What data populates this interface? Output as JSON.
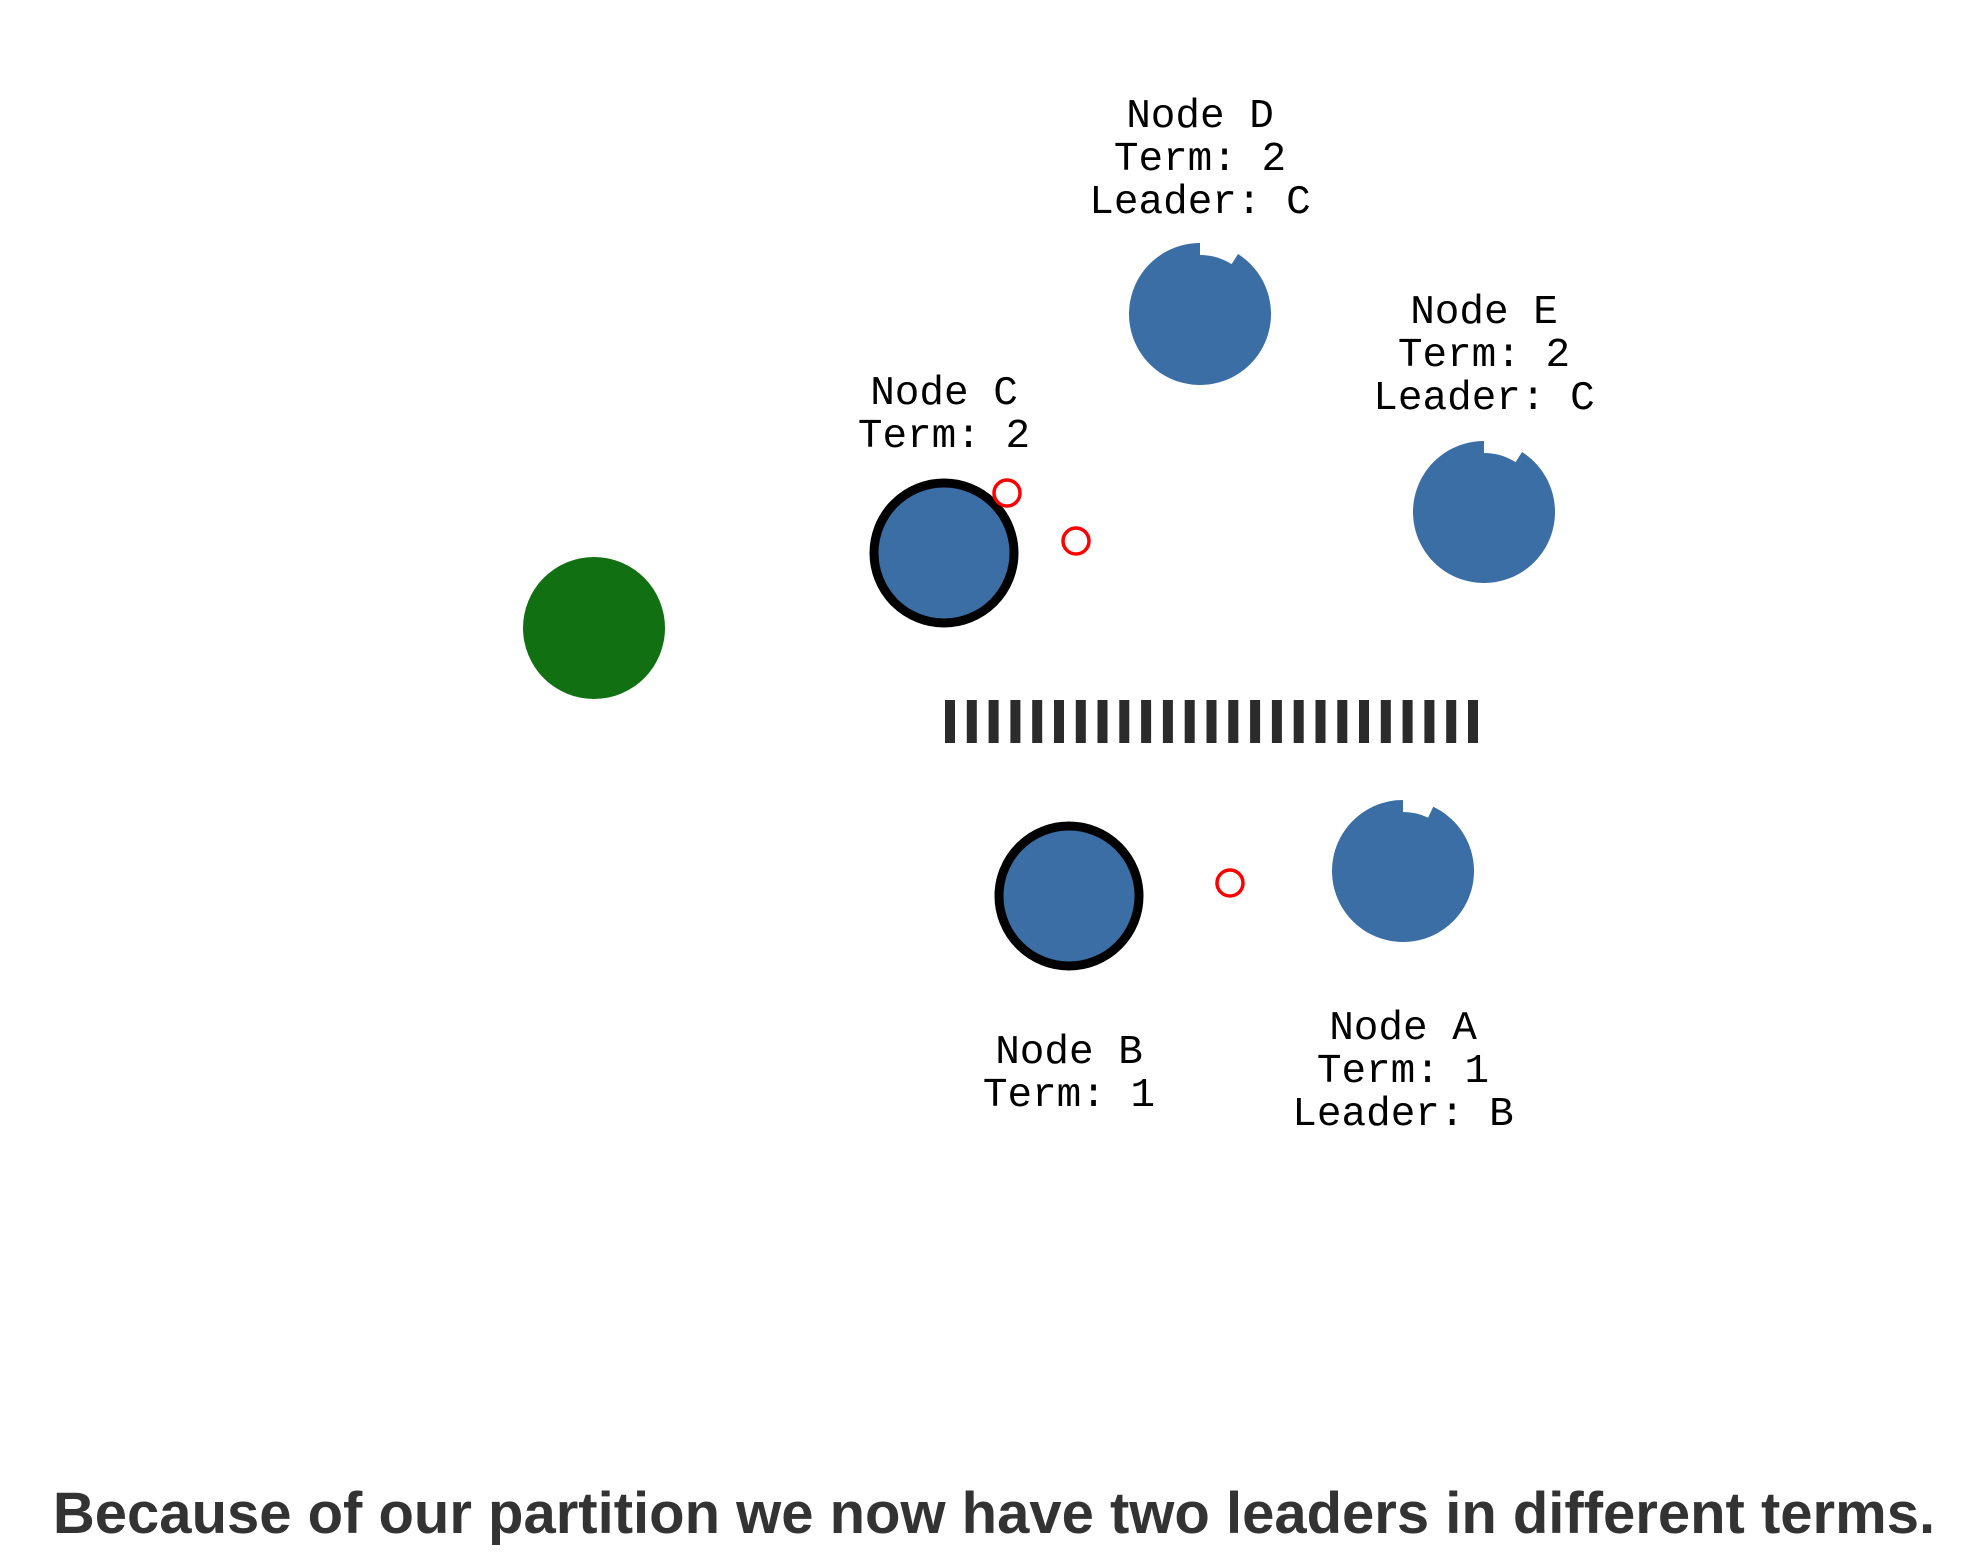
{
  "colors": {
    "node_fill": "#3a6ea5",
    "client_fill": "#117011",
    "message_stroke": "#ff0000",
    "leader_border": "#000000",
    "partition_bar": "#2b2b2b"
  },
  "client": {
    "icon": "client-circle"
  },
  "nodes": {
    "c": {
      "name": "Node C",
      "term": "Term: 2",
      "leader": "",
      "is_leader": true,
      "timer_remaining": 1.0
    },
    "d": {
      "name": "Node D",
      "term": "Term: 2",
      "leader": "Leader: C",
      "is_leader": false,
      "timer_remaining": 0.91
    },
    "e": {
      "name": "Node E",
      "term": "Term: 2",
      "leader": "Leader: C",
      "is_leader": false,
      "timer_remaining": 0.91
    },
    "b": {
      "name": "Node B",
      "term": "Term: 1",
      "leader": "",
      "is_leader": true,
      "timer_remaining": 1.0
    },
    "a": {
      "name": "Node A",
      "term": "Term: 1",
      "leader": "Leader: B",
      "is_leader": false,
      "timer_remaining": 0.93
    }
  },
  "partition": {
    "segment_count": 25
  },
  "caption": "Because of our partition we now have two leaders in different terms."
}
